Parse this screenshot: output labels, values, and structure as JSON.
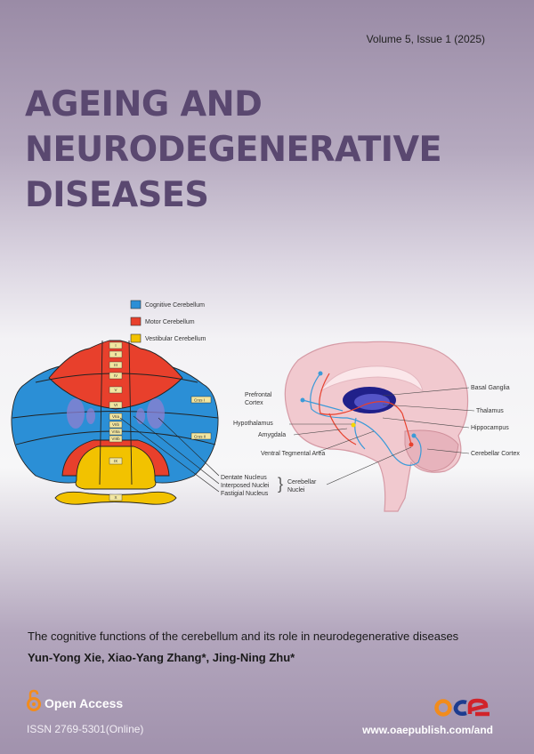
{
  "volume": "Volume 5, Issue 1 (2025)",
  "journal_title": [
    "AGEING AND",
    "NEURODEGENERATIVE",
    "DISEASES"
  ],
  "figure": {
    "legend": [
      {
        "label": "Cognitive Cerebellum",
        "color": "#2b8fd6"
      },
      {
        "label": "Motor Cerebellum",
        "color": "#e8402c"
      },
      {
        "label": "Vestibular Cerebellum",
        "color": "#f2c200"
      }
    ],
    "lobules": [
      "I",
      "II",
      "III",
      "IV",
      "V",
      "VI",
      "VIIa",
      "VIIb",
      "VIIIa",
      "VIIIb",
      "IX",
      "X"
    ],
    "crus": [
      "Crus I",
      "Crus II"
    ],
    "nuclei": [
      "Dentate Nucleus",
      "Interposed Nuclei",
      "Fastigial Nucleus"
    ],
    "nuclei_group": [
      "Cerebellar",
      "Nuclei"
    ],
    "brain_labels": {
      "prefrontal": [
        "Prefrontal",
        "Cortex"
      ],
      "hypothalamus": "Hypothalamus",
      "amygdala": "Amygdala",
      "vta": "Ventral Tegmental Area",
      "basal_ganglia": "Basal Ganglia",
      "thalamus": "Thalamus",
      "hippocampus": "Hippocampus",
      "cerebellar_cortex": "Cerebellar Cortex"
    }
  },
  "article_title": "The cognitive functions of the cerebellum and its role in neurodegenerative diseases",
  "authors": "Yun-Yong Xie, Xiao-Yang Zhang*, Jing-Ning Zhu*",
  "open_access": "Open Access",
  "issn": "ISSN 2769-5301(Online)",
  "publisher_logo": "oae",
  "url": "www.oaepublish.com/and"
}
